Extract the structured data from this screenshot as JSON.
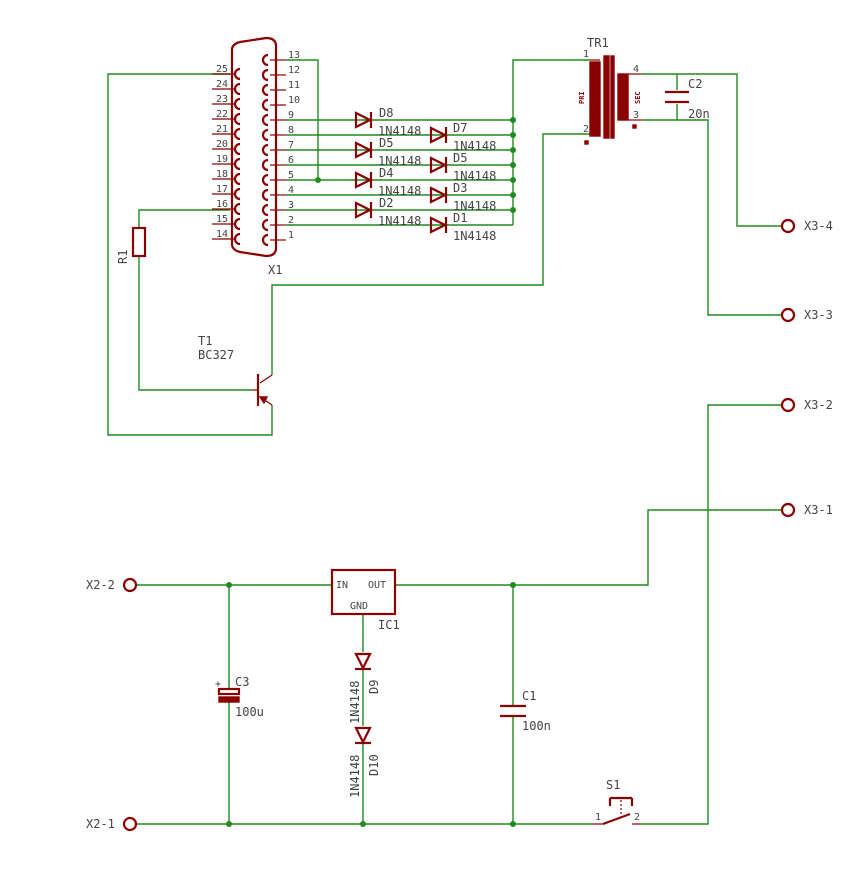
{
  "connector": {
    "name": "X1",
    "pins_left": [
      "25",
      "24",
      "23",
      "22",
      "21",
      "20",
      "19",
      "18",
      "17",
      "16",
      "15",
      "14"
    ],
    "pins_right": [
      "13",
      "12",
      "11",
      "10",
      "9",
      "8",
      "7",
      "6",
      "5",
      "4",
      "3",
      "2",
      "1"
    ]
  },
  "transformer": {
    "name": "TR1",
    "pri": "PRI",
    "sec": "SEC",
    "pin1": "1",
    "pin2": "2",
    "pin3": "3",
    "pin4": "4"
  },
  "diodes_upper": [
    {
      "name": "D8",
      "value": "1N4148"
    },
    {
      "name": "D5",
      "value": "1N4148"
    },
    {
      "name": "D4",
      "value": "1N4148"
    },
    {
      "name": "D2",
      "value": "1N4148"
    }
  ],
  "diodes_lower": [
    {
      "name": "D7",
      "value": "1N4148"
    },
    {
      "name": "D5",
      "value": "1N4148"
    },
    {
      "name": "D3",
      "value": "1N4148"
    },
    {
      "name": "D1",
      "value": "1N4148"
    }
  ],
  "capacitors": {
    "c1": {
      "name": "C1",
      "value": "100n"
    },
    "c2": {
      "name": "C2",
      "value": "20n"
    },
    "c3": {
      "name": "C3",
      "value": "100u",
      "polarity": "+"
    }
  },
  "resistor": {
    "name": "R1"
  },
  "transistor": {
    "name": "T1",
    "value": "BC327"
  },
  "regulator": {
    "name": "IC1",
    "in": "IN",
    "out": "OUT",
    "gnd": "GND"
  },
  "diodes_ground": [
    {
      "name": "D9",
      "value": "1N4148"
    },
    {
      "name": "D10",
      "value": "1N4148"
    }
  ],
  "switch": {
    "name": "S1",
    "pin1": "1",
    "pin2": "2"
  },
  "terminals": {
    "x3_4": "X3-4",
    "x3_3": "X3-3",
    "x3_2": "X3-2",
    "x3_1": "X3-1",
    "x2_2": "X2-2",
    "x2_1": "X2-1"
  },
  "colors": {
    "wire": "#1e8c1e",
    "part": "#8b0000",
    "text": "#444444"
  }
}
